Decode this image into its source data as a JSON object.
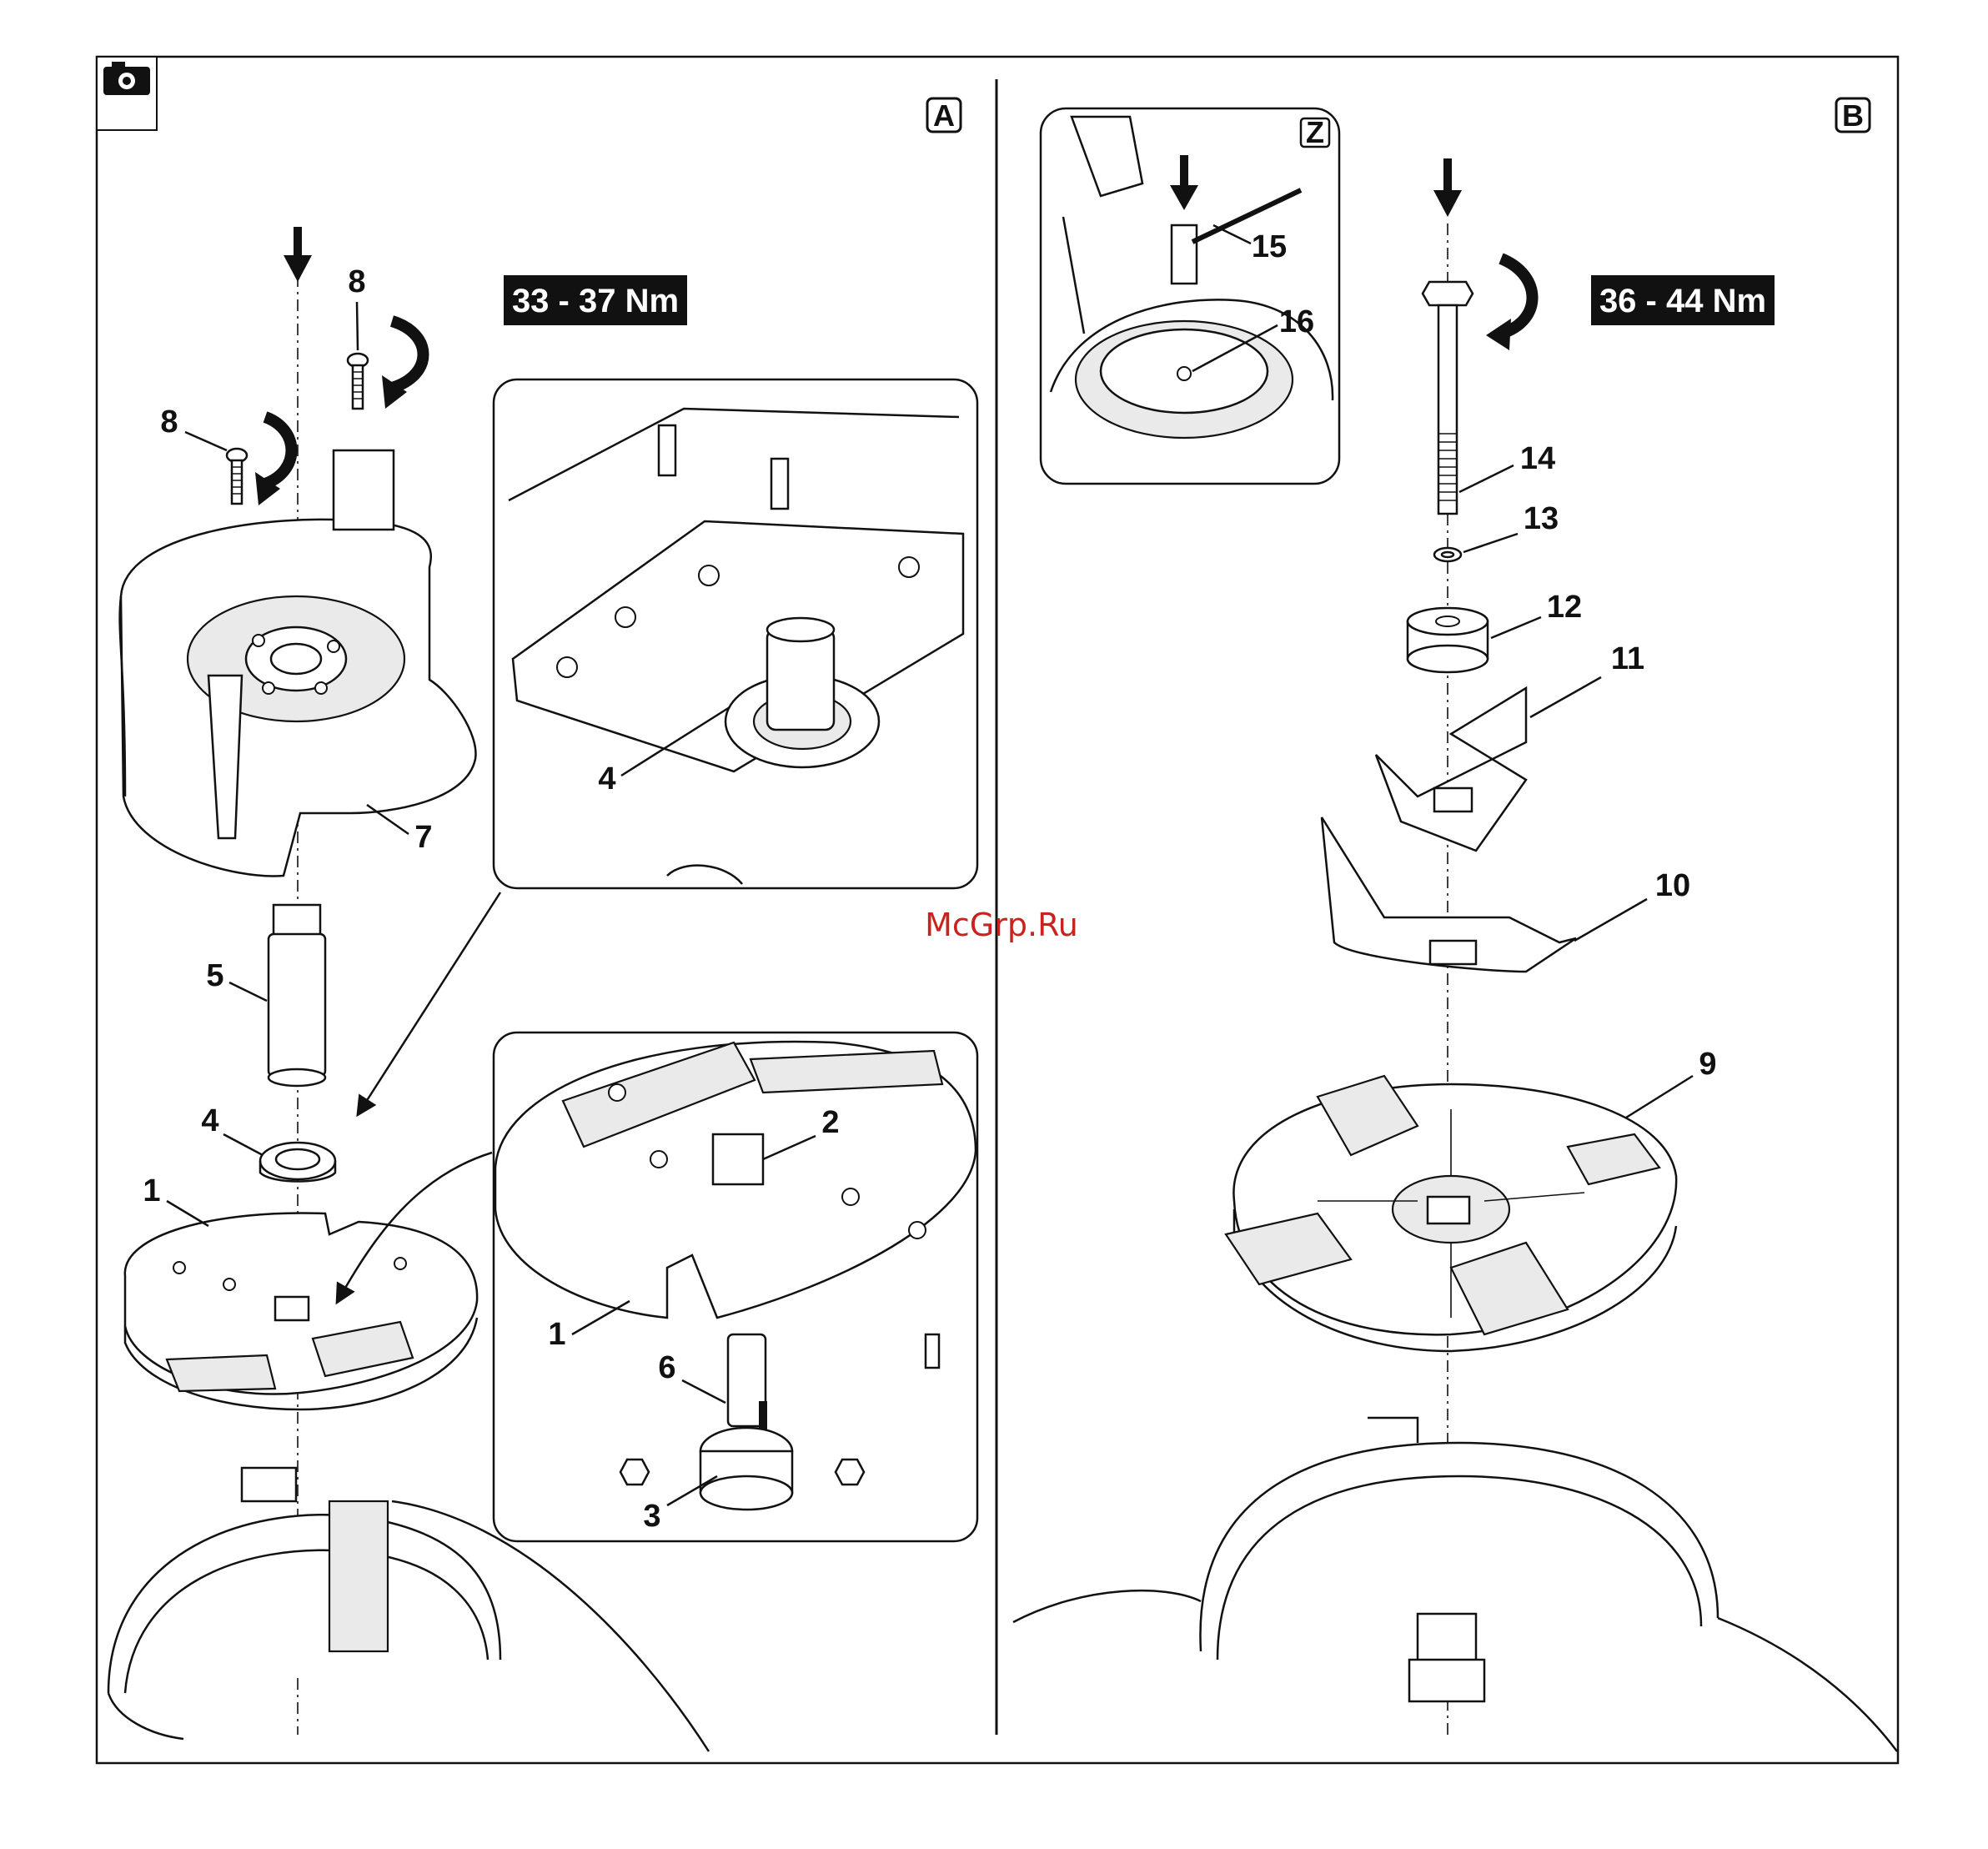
{
  "panels": {
    "a": {
      "letter": "A",
      "torque": "33 - 37 Nm"
    },
    "b": {
      "letter": "B",
      "torque": "36 - 44 Nm"
    },
    "z": {
      "letter": "Z"
    }
  },
  "part_labels": {
    "p1a": "1",
    "p1b": "1",
    "p2": "2",
    "p3": "3",
    "p4a": "4",
    "p4b": "4",
    "p5": "5",
    "p6": "6",
    "p7": "7",
    "p8a": "8",
    "p8b": "8",
    "p9": "9",
    "p10": "10",
    "p11": "11",
    "p12": "12",
    "p13": "13",
    "p14": "14",
    "p15": "15",
    "p16": "16"
  },
  "watermark": "McGrp.Ru",
  "icons": {
    "corner": "camera-icon"
  }
}
